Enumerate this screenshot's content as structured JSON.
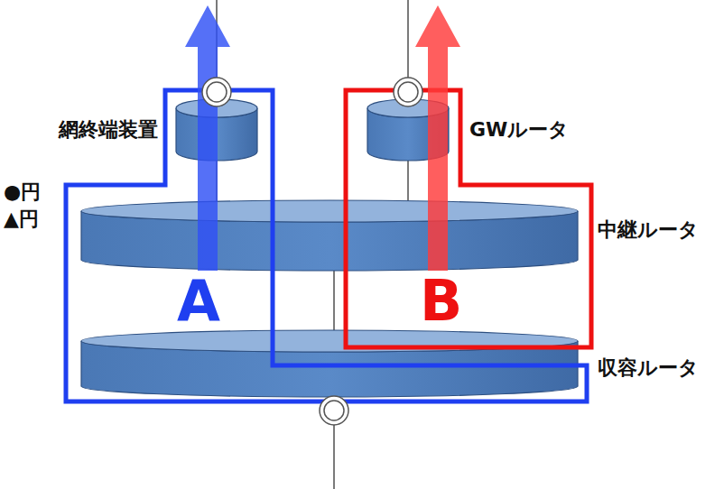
{
  "diagram": {
    "nodes": [
      {
        "text": [
          "網終端装置"
        ]
      },
      {
        "text": [
          "GWルータ"
        ]
      },
      {
        "text": [
          "中継ルータ"
        ]
      },
      {
        "text": [
          "収容ルータ"
        ]
      }
    ],
    "edges": [
      {
        "from": 0,
        "to": 2,
        "arrow": "none"
      },
      {
        "from": 1,
        "to": 2,
        "arrow": "none"
      },
      {
        "from": 2,
        "to": 3,
        "arrow": "none"
      }
    ],
    "labels": [
      "●円",
      "▲円",
      "A",
      "B"
    ]
  }
}
